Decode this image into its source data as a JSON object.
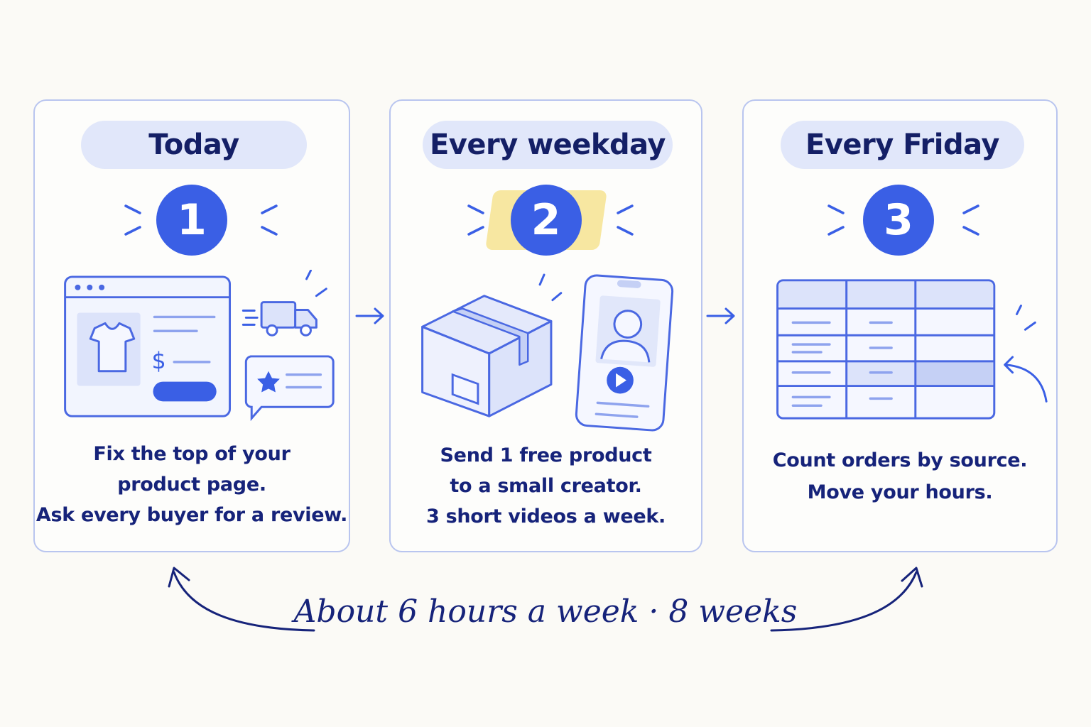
{
  "steps": [
    {
      "when": "Today",
      "number": "1",
      "lines": [
        "Fix the top of your",
        "product page.",
        "Ask every buyer for a review."
      ]
    },
    {
      "when": "Every weekday",
      "number": "2",
      "lines": [
        "Send 1 free product",
        "to a small creator.",
        "3 short videos a week."
      ]
    },
    {
      "when": "Every Friday",
      "number": "3",
      "lines": [
        "Count orders by source.",
        "Move your hours."
      ]
    }
  ],
  "illustration_1": {
    "price_symbol": "$"
  },
  "footer": {
    "text": "About 6 hours a week · 8 weeks"
  },
  "colors": {
    "accent": "#3a5fe5",
    "ink": "#16237a",
    "border": "#b9c5ef",
    "pill": "#e1e7fa",
    "highlight": "#f7e7a1"
  }
}
